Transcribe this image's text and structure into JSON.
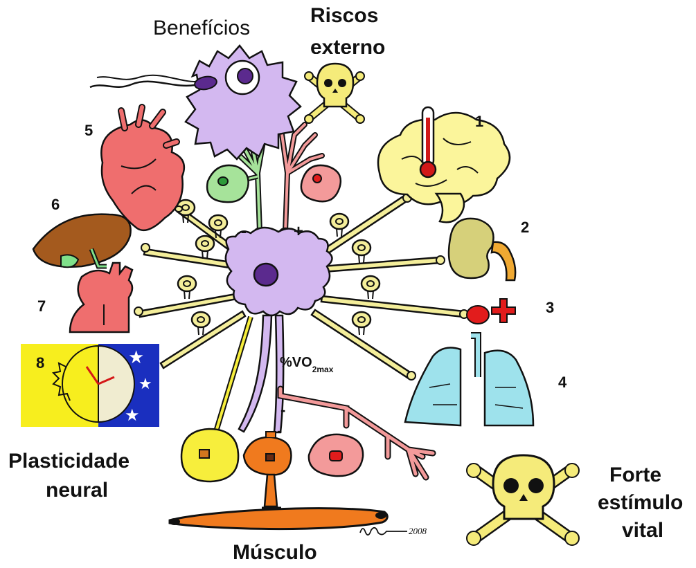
{
  "labels": {
    "beneficios": "Benefícios",
    "riscos_line1": "Riscos",
    "riscos_line2": "externo",
    "plasticidade_line1": "Plasticidade",
    "plasticidade_line2": "neural",
    "musculo": "Músculo",
    "forte_line1": "Forte",
    "forte_line2": "estímulo",
    "forte_line3": "vital",
    "vo2_prefix": "%VO",
    "vo2_sub": "2max",
    "minus_top": "-",
    "plus_top": "+",
    "minus_low1": "-",
    "minus_low2": "-",
    "signature": "2008"
  },
  "organ_numbers": [
    "1",
    "2",
    "3",
    "4",
    "5",
    "6",
    "7",
    "8"
  ],
  "colors": {
    "neuron": "#d3b8f0",
    "nucleus": "#5b2a8e",
    "synapse": "#f4ee9a",
    "brain": "#fbf59b",
    "heart": "#ef6e6e",
    "liver": "#a45a1e",
    "lung": "#9ee2ec",
    "muscle": "#f07a1e",
    "green_neuron": "#a6e39a",
    "red_neuron": "#f39a9a",
    "yellow_neuron": "#f7ee3c",
    "orange_neuron": "#f07a1e",
    "skull": "#f5eb7a",
    "clock_blue": "#1a2fbf",
    "clock_yellow": "#f7ee1e"
  }
}
